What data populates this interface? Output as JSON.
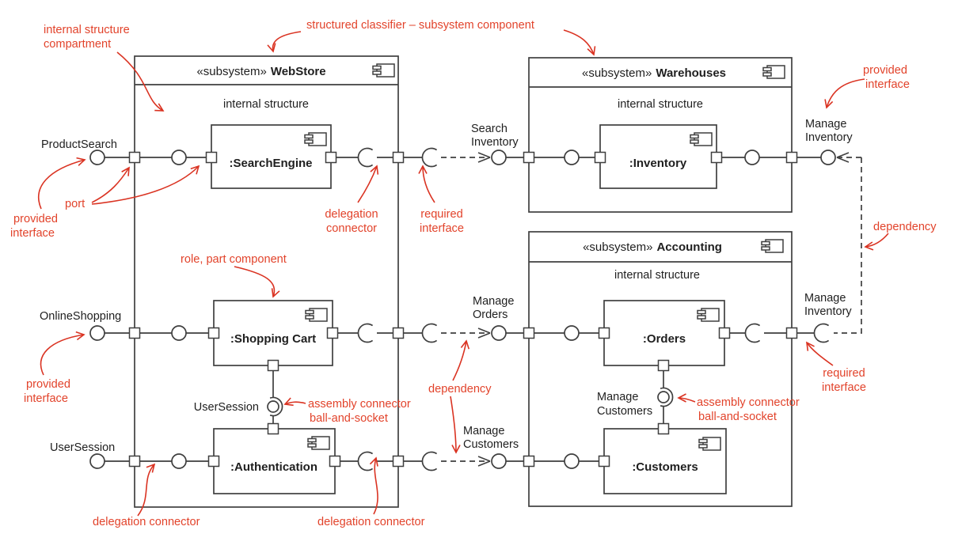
{
  "colors": {
    "annotation_red": "#e2432b",
    "arrow_red": "#da3322",
    "diagram_line": "#3f3f3f",
    "text_black": "#1f1f1f",
    "background": "#ffffff"
  },
  "subsystems": {
    "webstore": {
      "stereotype": "«subsystem»",
      "name": "WebStore",
      "compartment": "internal structure",
      "parts": {
        "search_engine": ":SearchEngine",
        "shopping_cart": ":Shopping Cart",
        "authentication": ":Authentication"
      }
    },
    "warehouses": {
      "stereotype": "«subsystem»",
      "name": "Warehouses",
      "compartment": "internal structure",
      "parts": {
        "inventory": ":Inventory"
      }
    },
    "accounting": {
      "stereotype": "«subsystem»",
      "name": "Accounting",
      "compartment": "internal structure",
      "parts": {
        "orders": ":Orders",
        "customers": ":Customers"
      }
    }
  },
  "interfaces": {
    "product_search": "ProductSearch",
    "online_shopping": "OnlineShopping",
    "user_session_left": "UserSession",
    "user_session_assembly": "UserSession",
    "search_inventory": {
      "l1": "Search",
      "l2": "Inventory"
    },
    "manage_orders": {
      "l1": "Manage",
      "l2": "Orders"
    },
    "manage_customers_mid": {
      "l1": "Manage",
      "l2": "Customers"
    },
    "manage_customers_assembly": {
      "l1": "Manage",
      "l2": "Customers"
    },
    "manage_inventory_top": {
      "l1": "Manage",
      "l2": "Inventory"
    },
    "manage_inventory_right": {
      "l1": "Manage",
      "l2": "Inventory"
    }
  },
  "annotations": {
    "internal_structure_compartment": {
      "l1": "internal structure",
      "l2": "compartment"
    },
    "structured_classifier": "structured classifier – subsystem component",
    "provided_interface_top_right": {
      "l1": "provided",
      "l2": "interface"
    },
    "provided_interface_row1": {
      "l1": "provided",
      "l2": "interface"
    },
    "provided_interface_row2": {
      "l1": "provided",
      "l2": "interface"
    },
    "port": "port",
    "delegation_connector_row1": {
      "l1": "delegation",
      "l2": "connector"
    },
    "required_interface_row1": {
      "l1": "required",
      "l2": "interface"
    },
    "required_interface_right": {
      "l1": "required",
      "l2": "interface"
    },
    "dependency_right": "dependency",
    "dependency_mid": "dependency",
    "role_part_component": "role, part component",
    "assembly_connector_left": {
      "l1": "assembly connector",
      "l2": "ball-and-socket"
    },
    "assembly_connector_right": {
      "l1": "assembly connector",
      "l2": "ball-and-socket"
    },
    "delegation_connector_bottom_left": "delegation connector",
    "delegation_connector_bottom_right": "delegation connector"
  }
}
